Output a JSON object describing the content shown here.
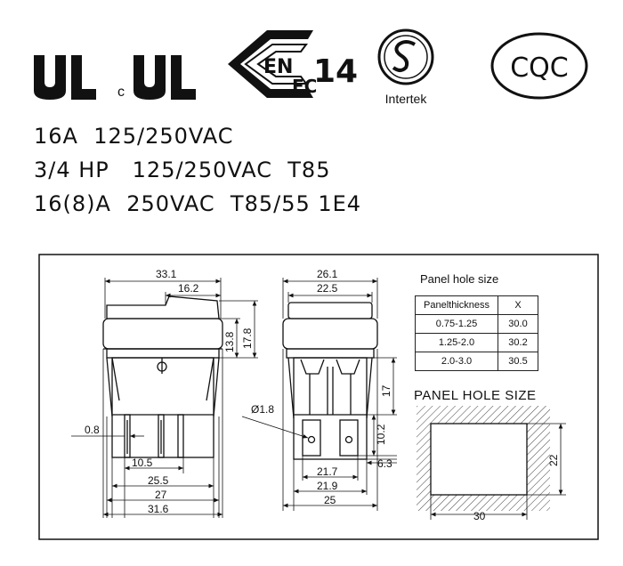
{
  "certifications": {
    "ul_mark": "UL",
    "cul_prefix": "c",
    "cul_mark": "UL",
    "enec_mark": "ENEC",
    "enec_number": "14",
    "intertek_label": "Intertek",
    "cqc_label": "CQC"
  },
  "ratings": [
    "16A  125/250VAC",
    "3/4 HP   125/250VAC  T85",
    "16(8)A  250VAC  T85/55 1E4"
  ],
  "dimensions": {
    "front_width": "33.1",
    "front_half": "16.2",
    "rocker_height": "13.8",
    "cap_height": "17.8",
    "terminal_thickness": "0.8",
    "terminal_spacing": "10.5",
    "body_width_1": "25.5",
    "body_width_2": "27",
    "body_width_3": "31.6",
    "side_width": "26.1",
    "side_inner": "22.5",
    "body_depth": "17",
    "terminal_height": "10.2",
    "terminal_length": "6.3",
    "hole_diameter": "Ø1.8",
    "base_width_1": "21.7",
    "base_width_2": "21.9",
    "base_width_3": "25"
  },
  "panel_table": {
    "title": "Panel hole size",
    "headers": [
      "Panelthickness",
      "X"
    ],
    "rows": [
      [
        "0.75-1.25",
        "30.0"
      ],
      [
        "1.25-2.0",
        "30.2"
      ],
      [
        "2.0-3.0",
        "30.5"
      ]
    ]
  },
  "panel_hole": {
    "title": "PANEL HOLE SIZE",
    "width": "30",
    "height": "22"
  }
}
